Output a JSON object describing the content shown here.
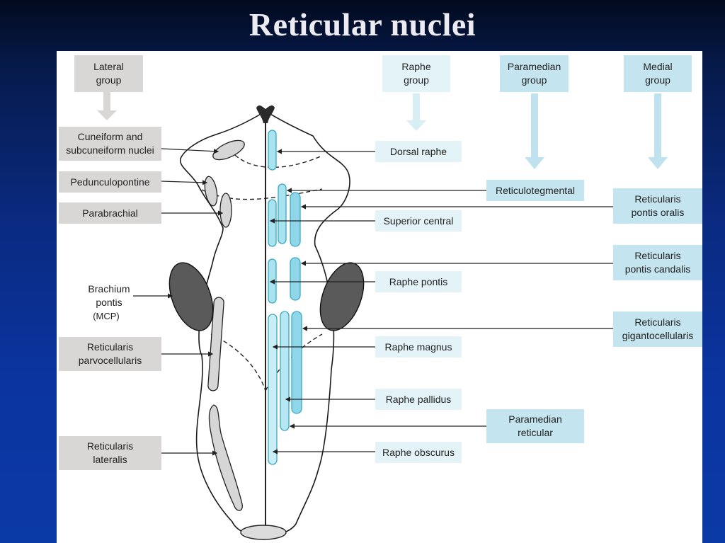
{
  "title": "Reticular nuclei",
  "groups": {
    "lateral": "Lateral\ngroup",
    "raphe": "Raphe\ngroup",
    "paramedian": "Paramedian\ngroup",
    "medial": "Medial\ngroup"
  },
  "lateral_labels": {
    "cuneiform": "Cuneiform and\nsubcuneiform nuclei",
    "pedunculopontine": "Pedunculopontine",
    "parabrachial": "Parabrachial",
    "brachium": "Brachium\npontis",
    "mcp": "(MCP)",
    "parvocellularis": "Reticularis\nparvocellularis",
    "lateralis": "Reticularis\nlateralis"
  },
  "raphe_labels": {
    "dorsal": "Dorsal raphe",
    "superior_central": "Superior central",
    "pontis": "Raphe pontis",
    "magnus": "Raphe magnus",
    "pallidus": "Raphe pallidus",
    "obscurus": "Raphe obscurus"
  },
  "paramedian_labels": {
    "reticulotegmental": "Reticulotegmental",
    "paramedian_reticular": "Paramedian\nreticular"
  },
  "medial_labels": {
    "pontis_oralis": "Reticularis\npontis oralis",
    "pontis_caudalis": "Reticularis\npontis candalis",
    "gigantocellularis": "Reticularis\ngigantocellularis"
  },
  "colors": {
    "lateral_box": "#d9d6d6",
    "raphe_box": "#e4f3f8",
    "medial_box": "#c4e4ef",
    "nucleus_blue": "#a9e3f0",
    "nucleus_gray": "#d6d6d6",
    "peduncle_dark": "#5a5a5a"
  }
}
